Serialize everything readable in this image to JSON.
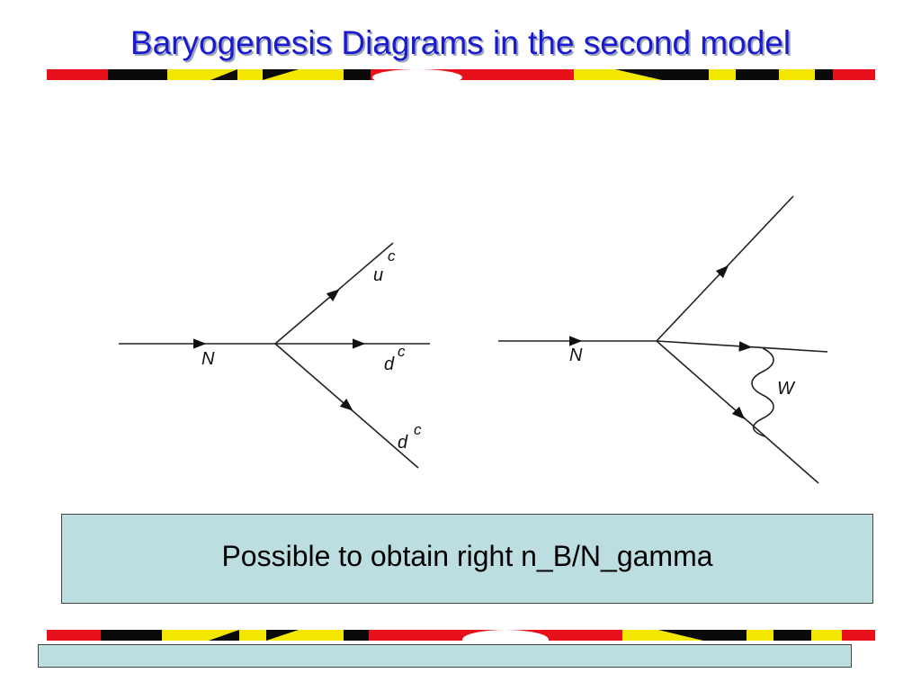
{
  "slide": {
    "title": "Baryogenesis Diagrams in the second model"
  },
  "diagram_left": {
    "incoming_label": "N",
    "outgoing_top_label": "u",
    "outgoing_top_superscript": "c",
    "outgoing_middle_label": "d",
    "outgoing_middle_superscript": "c",
    "outgoing_bottom_label": "d",
    "outgoing_bottom_superscript": "c"
  },
  "diagram_right": {
    "incoming_label": "N",
    "boson_label": "W"
  },
  "callout": {
    "text": "Possible to obtain right n_B/N_gamma"
  },
  "theme": {
    "title_color": "#1a1ad0",
    "stripe_red": "#e8101a",
    "stripe_yellow": "#f3e600",
    "stripe_black": "#0a0a0a",
    "box_fill": "#bcdee0"
  }
}
